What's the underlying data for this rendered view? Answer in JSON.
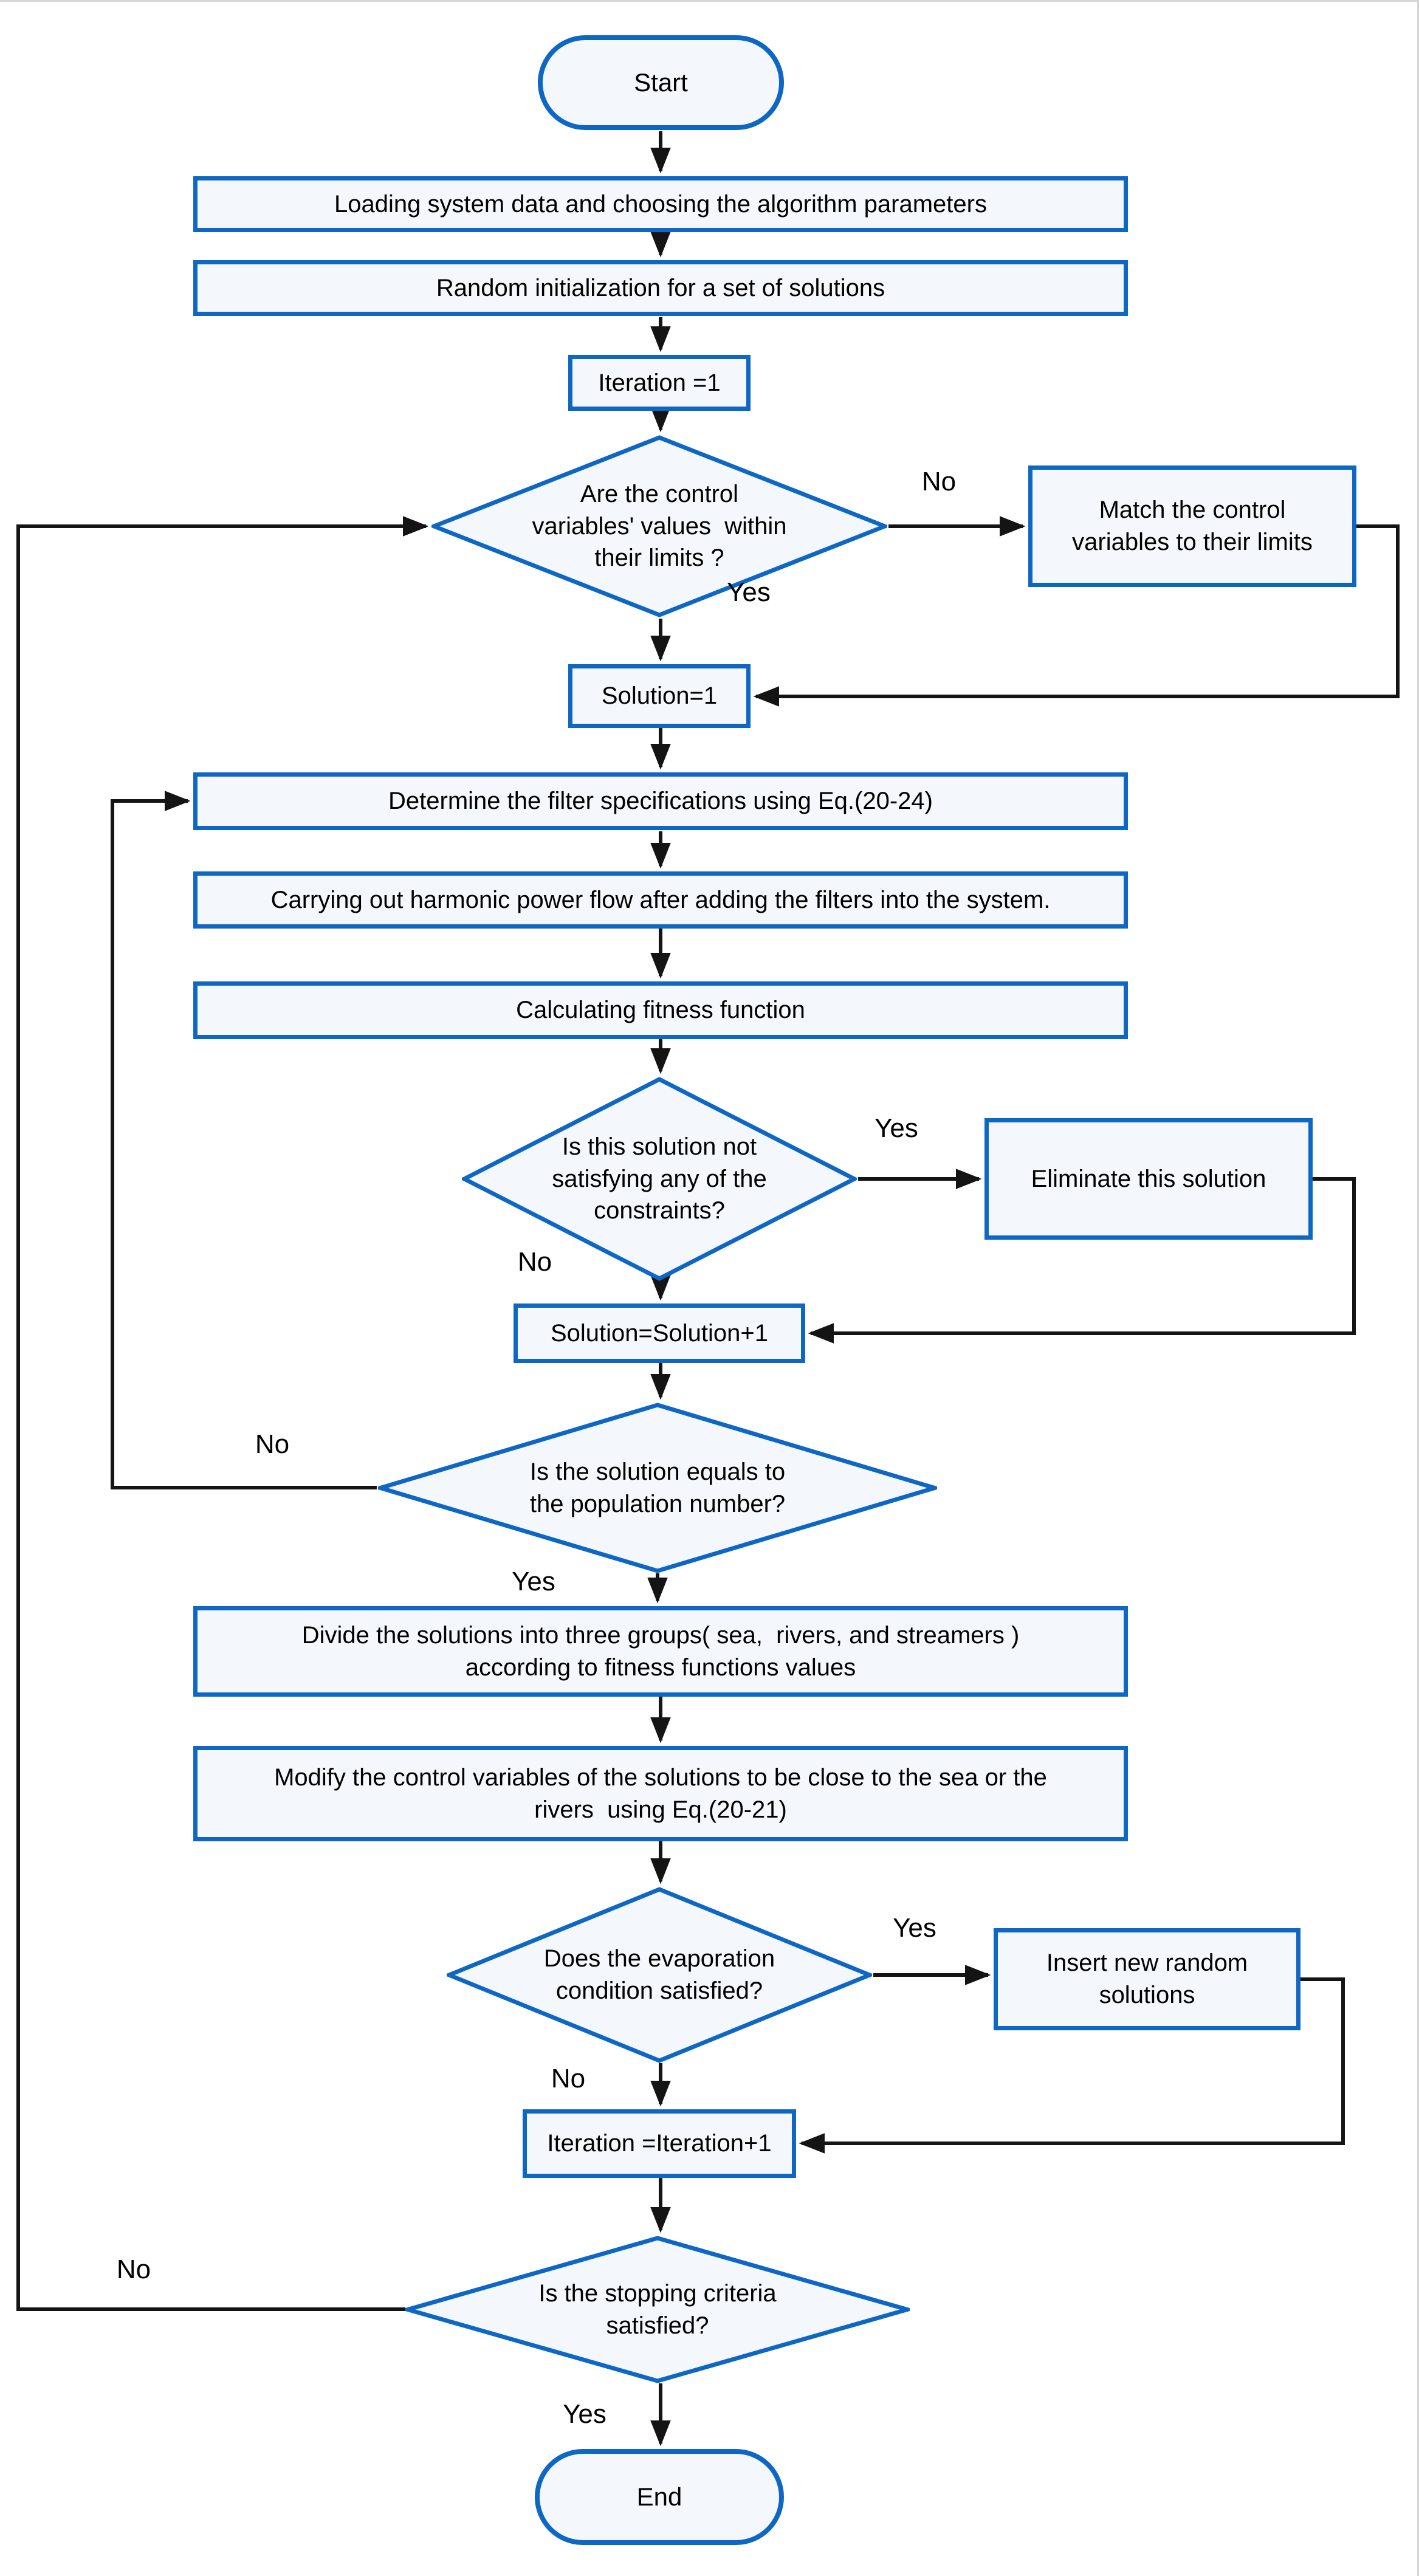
{
  "nodes": {
    "start": {
      "label": "Start",
      "shape": "terminator"
    },
    "load_data": {
      "label": "Loading system data and choosing the algorithm parameters",
      "shape": "process"
    },
    "random_init": {
      "label": "Random initialization for a set of solutions",
      "shape": "process"
    },
    "iteration_1": {
      "label": "Iteration =1",
      "shape": "process"
    },
    "limits_check": {
      "label": "Are the control\nvariables' values  within\ntheir limits ?",
      "shape": "decision"
    },
    "match_limits": {
      "label": "Match the control\nvariables to their limits",
      "shape": "process"
    },
    "solution_1": {
      "label": "Solution=1",
      "shape": "process"
    },
    "filter_specs": {
      "label": "Determine the filter specifications using Eq.(20-24)",
      "shape": "process"
    },
    "harmonic_flow": {
      "label": "Carrying out harmonic power flow after adding the filters into the system.",
      "shape": "process"
    },
    "fitness": {
      "label": "Calculating fitness function",
      "shape": "process"
    },
    "constraints_check": {
      "label": "Is this solution not\nsatisfying any of the\nconstraints?",
      "shape": "decision"
    },
    "eliminate": {
      "label": "Eliminate this solution",
      "shape": "process"
    },
    "solution_inc": {
      "label": "Solution=Solution+1",
      "shape": "process"
    },
    "population_check": {
      "label": "Is the solution equals to\nthe population number?",
      "shape": "decision"
    },
    "divide_groups": {
      "label": "Divide the solutions into three groups( sea,  rivers, and streamers )\naccording to fitness functions values",
      "shape": "process"
    },
    "modify_vars": {
      "label": "Modify the control variables of the solutions to be close to the sea or the\nrivers  using Eq.(20-21)",
      "shape": "process"
    },
    "evaporation_check": {
      "label": "Does the evaporation\ncondition satisfied?",
      "shape": "decision"
    },
    "insert_random": {
      "label": "Insert new random\nsolutions",
      "shape": "process"
    },
    "iteration_inc": {
      "label": "Iteration =Iteration+1",
      "shape": "process"
    },
    "stopping_check": {
      "label": "Is the stopping criteria\nsatisfied?",
      "shape": "decision"
    },
    "end": {
      "label": "End",
      "shape": "terminator"
    }
  },
  "labels": {
    "limits_no": "No",
    "limits_yes": "Yes",
    "constraints_yes": "Yes",
    "constraints_no": "No",
    "population_no": "No",
    "population_yes": "Yes",
    "evaporation_yes": "Yes",
    "evaporation_no": "No",
    "stopping_no": "No",
    "stopping_yes": "Yes"
  },
  "colors": {
    "node_border": "#0e67c4",
    "node_fill": "#f4f8fd",
    "connector": "#141414",
    "text": "#000000",
    "background": "#ffffff"
  }
}
